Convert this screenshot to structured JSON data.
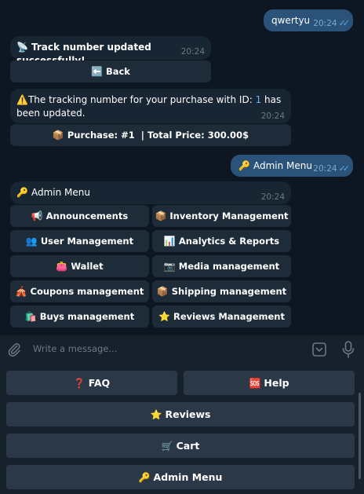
{
  "messages": {
    "m1": {
      "text": "qwertyu",
      "time": "20:24"
    },
    "m2": {
      "icon": "📡",
      "text": "Track number updated successfully!",
      "time": "20:24",
      "button": {
        "icon": "⬅️",
        "label": "Back"
      }
    },
    "m3": {
      "icon": "⚠️",
      "text_before": "The tracking number for your purchase with ID: ",
      "id": "1",
      "text_after": " has been updated.",
      "time": "20:24",
      "button": {
        "icon": "📦",
        "label": "Purchase: #1  | Total Price: 300.00$"
      }
    },
    "m4": {
      "icon": "🔑",
      "text": "Admin Menu",
      "time": "20:24"
    },
    "m5": {
      "icon": "🔑",
      "text": "Admin Menu",
      "time": "20:24",
      "buttons": [
        {
          "icon": "📢",
          "label": "Announcements"
        },
        {
          "icon": "📦",
          "label": "Inventory Management"
        },
        {
          "icon": "👥",
          "label": "User Management"
        },
        {
          "icon": "📊",
          "label": "Analytics & Reports"
        },
        {
          "icon": "👛",
          "label": "Wallet"
        },
        {
          "icon": "📷",
          "label": "Media management"
        },
        {
          "icon": "🎪",
          "label": "Coupons management"
        },
        {
          "icon": "📦",
          "label": "Shipping management"
        },
        {
          "icon": "🛍️",
          "label": "Buys management"
        },
        {
          "icon": "⭐",
          "label": "Reviews Management"
        }
      ]
    }
  },
  "composer": {
    "placeholder": "Write a message..."
  },
  "keyboard": {
    "faq": {
      "icon": "❓",
      "label": "FAQ"
    },
    "help": {
      "icon": "🆘",
      "label": "Help"
    },
    "reviews": {
      "icon": "⭐",
      "label": "Reviews"
    },
    "cart": {
      "icon": "🛒",
      "label": "Cart"
    },
    "admin": {
      "icon": "🔑",
      "label": "Admin Menu"
    }
  },
  "colors": {
    "background": "#0e1621",
    "outgoing": "#2b5278",
    "incoming": "#182533",
    "inline_button": "#1e2c3a",
    "keyboard_button": "#2b3847",
    "link": "#6ab3f3"
  }
}
